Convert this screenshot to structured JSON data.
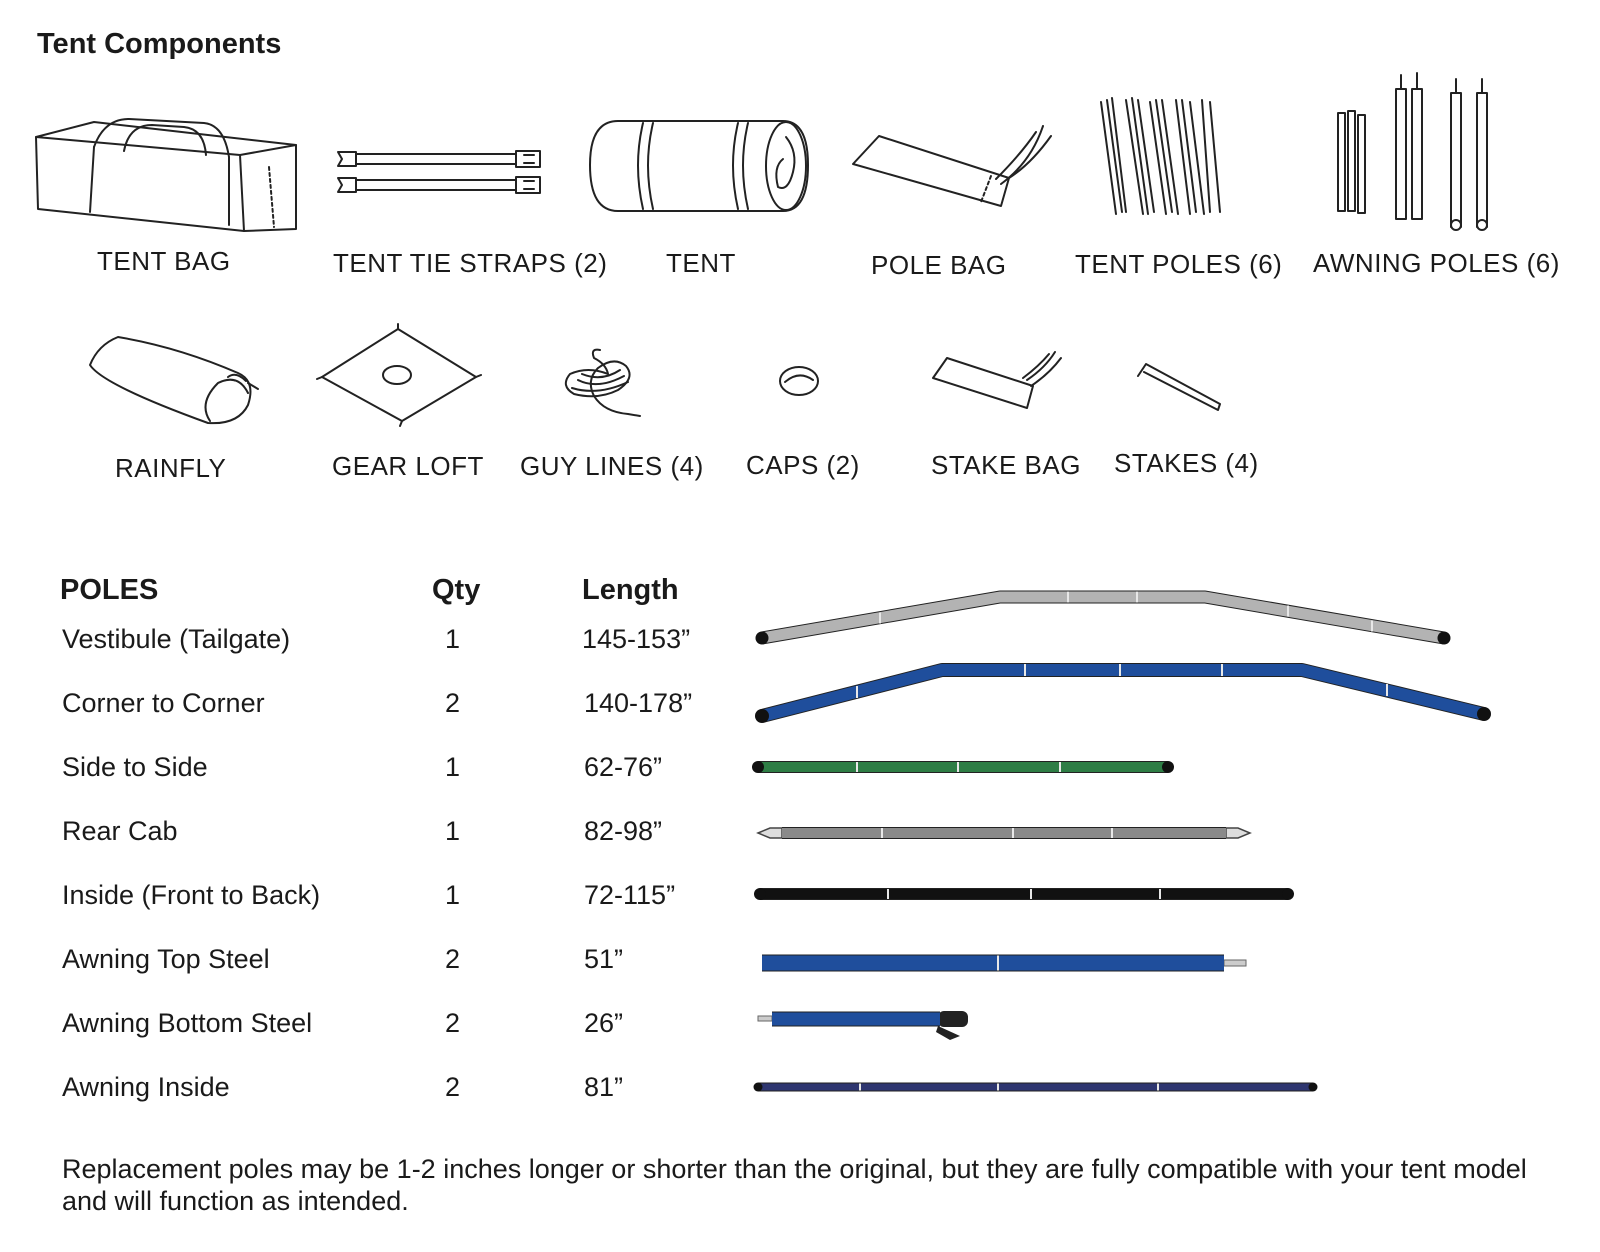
{
  "section_title": "Tent Components",
  "components_row1": [
    {
      "label": "TENT BAG",
      "icon": "tent-bag-icon"
    },
    {
      "label": "TENT TIE STRAPS (2)",
      "icon": "tie-straps-icon"
    },
    {
      "label": "TENT",
      "icon": "rolled-tent-icon"
    },
    {
      "label": "POLE BAG",
      "icon": "pole-bag-icon"
    },
    {
      "label": "TENT POLES (6)",
      "icon": "tent-poles-icon"
    },
    {
      "label": "AWNING POLES (6)",
      "icon": "awning-poles-icon"
    }
  ],
  "components_row2": [
    {
      "label": "RAINFLY",
      "icon": "rainfly-icon"
    },
    {
      "label": "GEAR LOFT",
      "icon": "gear-loft-icon"
    },
    {
      "label": "GUY LINES (4)",
      "icon": "guy-lines-icon"
    },
    {
      "label": "CAPS (2)",
      "icon": "cap-icon"
    },
    {
      "label": "STAKE BAG",
      "icon": "stake-bag-icon"
    },
    {
      "label": "STAKES (4)",
      "icon": "stake-icon"
    }
  ],
  "poles_table": {
    "headers": {
      "name": "POLES",
      "qty": "Qty",
      "length": "Length"
    },
    "rows": [
      {
        "name": "Vestibule (Tailgate)",
        "qty": "1",
        "length": "145-153”",
        "color": "#b3b3b3"
      },
      {
        "name": "Corner to Corner",
        "qty": "2",
        "length": "140-178”",
        "color": "#1f4e9c"
      },
      {
        "name": "Side to Side",
        "qty": "1",
        "length": "62-76”",
        "color": "#2e7d45"
      },
      {
        "name": "Rear Cab",
        "qty": "1",
        "length": "82-98”",
        "color": "#8a8a8a"
      },
      {
        "name": "Inside (Front to Back)",
        "qty": "1",
        "length": "72-115”",
        "color": "#111111"
      },
      {
        "name": "Awning Top Steel",
        "qty": "2",
        "length": "51”",
        "color": "#1f4e9c"
      },
      {
        "name": "Awning Bottom Steel",
        "qty": "2",
        "length": "26”",
        "color": "#1f4e9c"
      },
      {
        "name": "Awning Inside",
        "qty": "2",
        "length": "81”",
        "color": "#2e3670"
      }
    ]
  },
  "footnote": "Replacement poles may be 1-2 inches longer or shorter than the original, but they are fully compatible with your tent model and will function as intended."
}
